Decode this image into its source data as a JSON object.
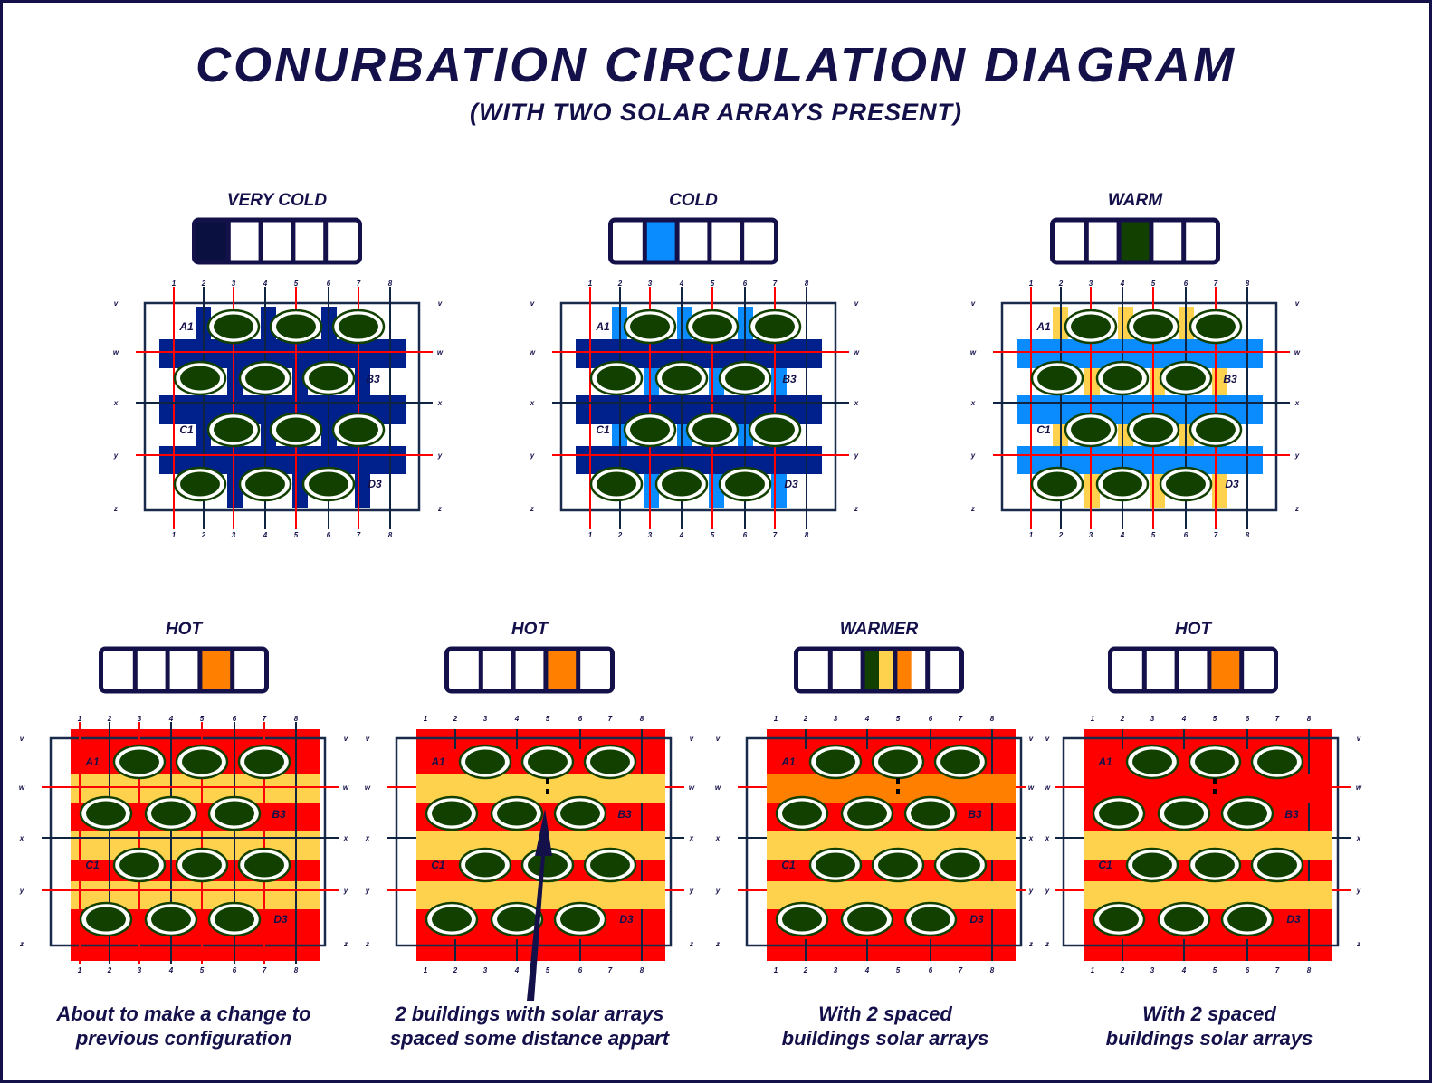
{
  "title": "CONURBATION CIRCULATION DIAGRAM",
  "subtitle": "(WITH TWO SOLAR ARRAYS PRESENT)",
  "colors": {
    "ink": "#14104a",
    "red": "#ff0000",
    "yellow": "#ffd24d",
    "orange": "#ff8000",
    "blue_dark": "#00208c",
    "blue_light": "#0a8cff",
    "green": "#124000",
    "very_cold": "#0a1040"
  },
  "grid": {
    "columns": [
      "1",
      "2",
      "3",
      "4",
      "5",
      "6",
      "7",
      "8"
    ],
    "rows": [
      "V",
      "W",
      "X",
      "Y",
      "Z"
    ],
    "block_labels": [
      "A1",
      "B3",
      "C1",
      "D3"
    ]
  },
  "panels": [
    {
      "label": "VERY COLD",
      "meter": {
        "cells": 5,
        "fill": [
          {
            "cell": 1,
            "colors": [
              "#0a1040"
            ]
          }
        ]
      },
      "mode": "very-cold",
      "caption": []
    },
    {
      "label": "COLD",
      "meter": {
        "cells": 5,
        "fill": [
          {
            "cell": 2,
            "colors": [
              "#0a8cff"
            ]
          }
        ]
      },
      "mode": "cold",
      "caption": []
    },
    {
      "label": "WARM",
      "meter": {
        "cells": 5,
        "fill": [
          {
            "cell": 3,
            "colors": [
              "#124000"
            ]
          }
        ]
      },
      "mode": "warm",
      "caption": []
    },
    {
      "label": "HOT",
      "meter": {
        "cells": 5,
        "fill": [
          {
            "cell": 4,
            "colors": [
              "#ff8000"
            ]
          }
        ]
      },
      "mode": "hot-grid",
      "caption": [
        "About to make a change to",
        "previous configuration"
      ]
    },
    {
      "label": "HOT",
      "meter": {
        "cells": 5,
        "fill": [
          {
            "cell": 4,
            "colors": [
              "#ff8000"
            ]
          }
        ]
      },
      "mode": "hot-arrays",
      "caption": [
        "2 buildings with solar arrays",
        "spaced some distance appart"
      ]
    },
    {
      "label": "WARMER",
      "meter": {
        "cells": 5,
        "fill": [
          {
            "cell": 3,
            "colors": [
              "#124000",
              "#ffd24d"
            ]
          },
          {
            "cell": 4,
            "colors": [
              "#ff8000",
              "#ffffff"
            ]
          }
        ]
      },
      "mode": "warmer",
      "caption": [
        "With 2 spaced",
        "buildings solar arrays"
      ]
    },
    {
      "label": "HOT",
      "meter": {
        "cells": 5,
        "fill": [
          {
            "cell": 4,
            "colors": [
              "#ff8000"
            ]
          }
        ]
      },
      "mode": "hot-red-w",
      "caption": [
        "With 2 spaced",
        "buildings solar arrays"
      ]
    }
  ]
}
